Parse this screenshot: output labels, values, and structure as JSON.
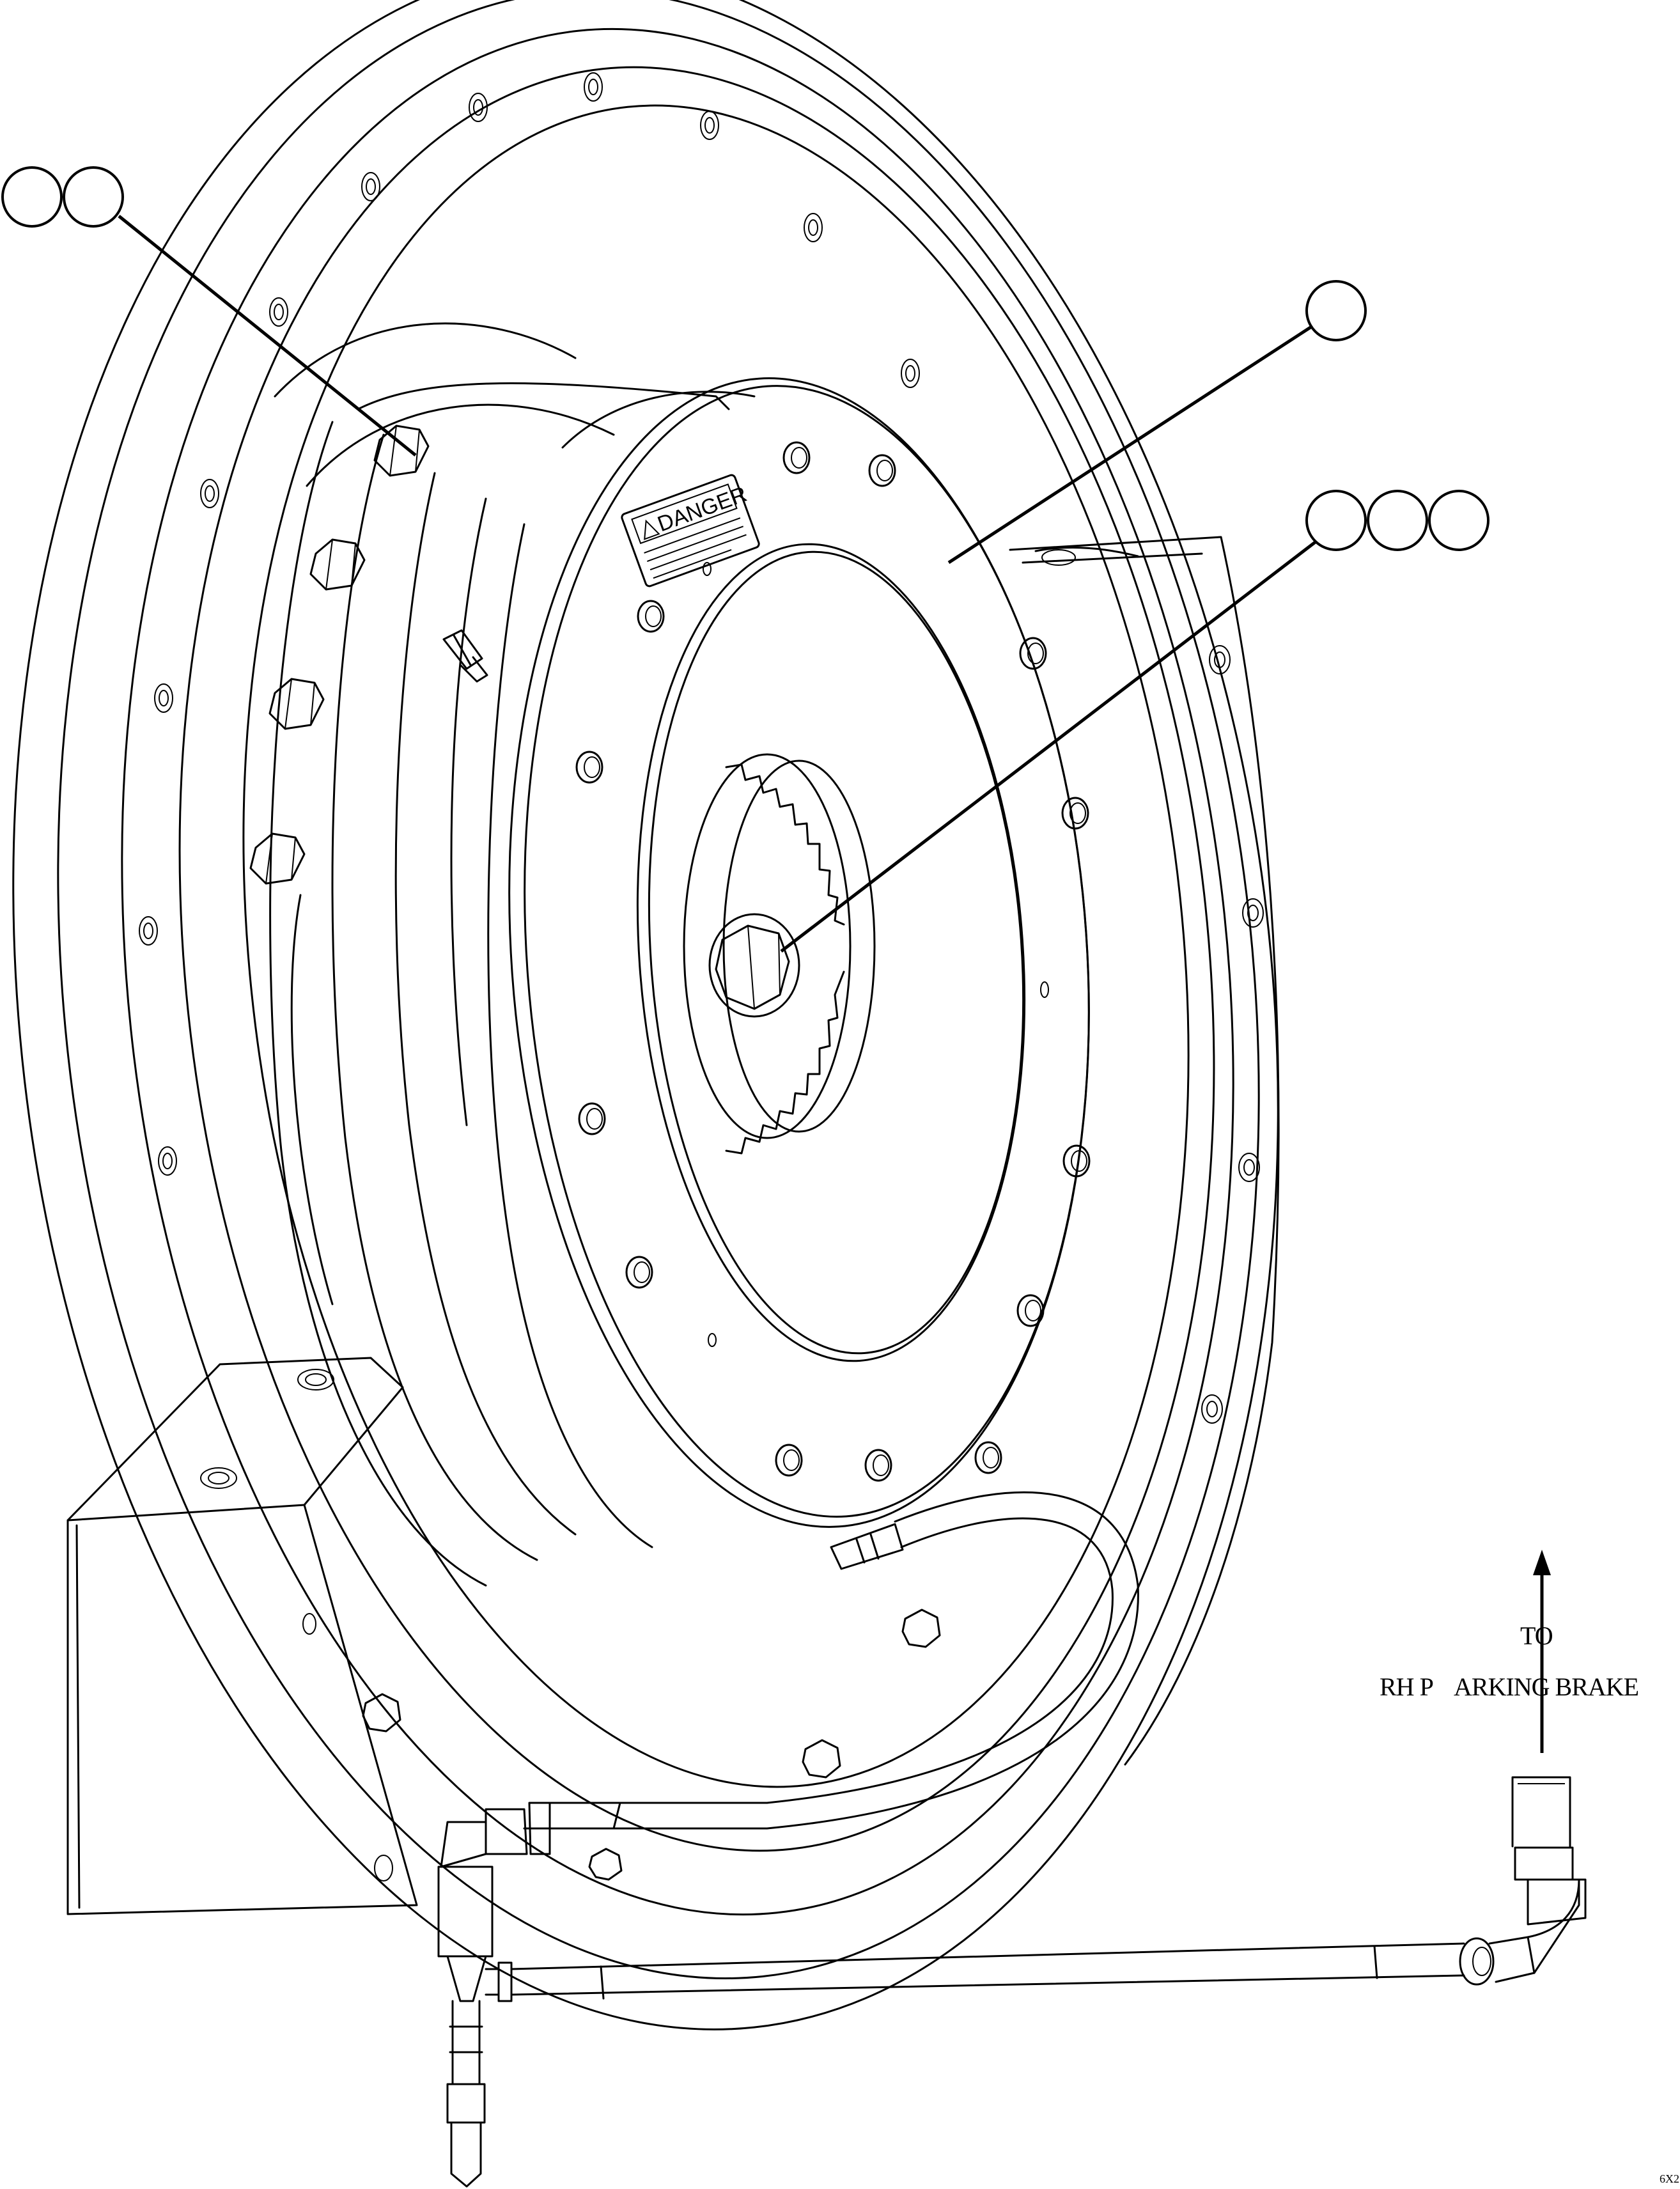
{
  "diagram": {
    "callouts": [
      {
        "id": "callout-upper-left-a",
        "label": ""
      },
      {
        "id": "callout-upper-left-b",
        "label": ""
      },
      {
        "id": "callout-upper-right",
        "label": ""
      },
      {
        "id": "callout-center-a",
        "label": ""
      },
      {
        "id": "callout-center-b",
        "label": ""
      },
      {
        "id": "callout-center-c",
        "label": ""
      }
    ],
    "annotation": {
      "line1": "TO",
      "line2_left": "RH P",
      "line2_right": "ARKING BRAKE"
    },
    "danger_plate": {
      "title": "DANGER"
    },
    "corner_code": "6X2"
  }
}
